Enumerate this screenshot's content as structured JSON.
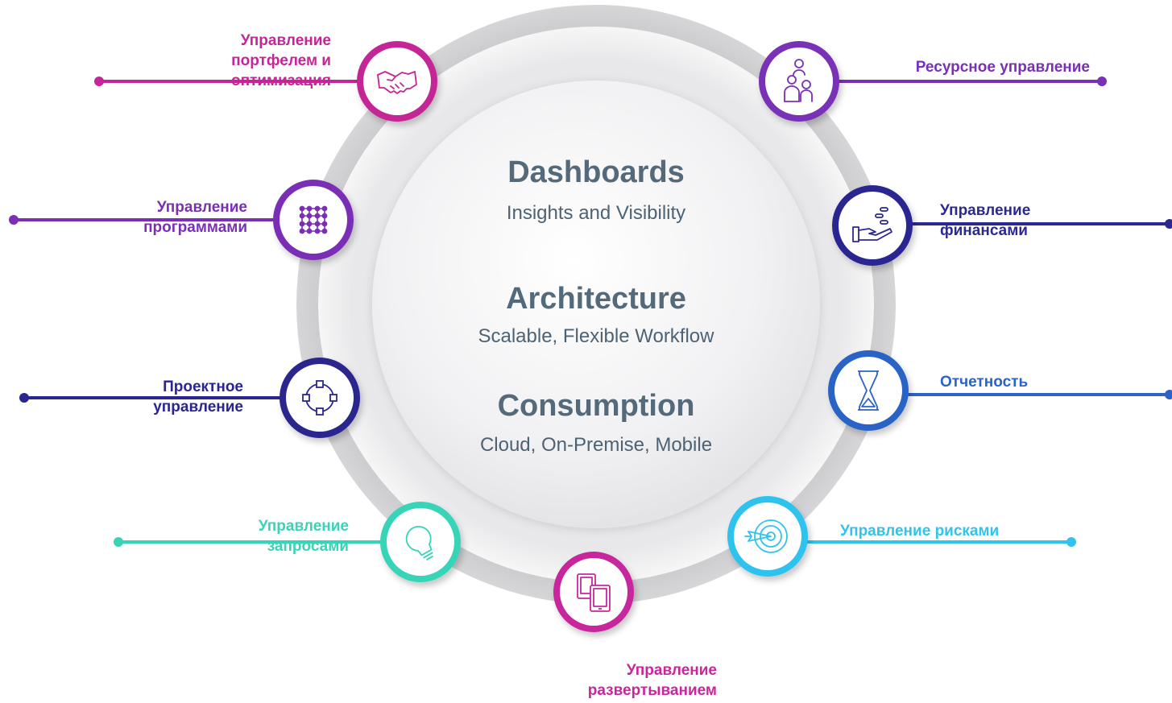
{
  "colors": {
    "magenta": "#c0269a",
    "violet": "#7b2fb5",
    "indigo": "#2a2a9a",
    "navy": "#27228a",
    "blue": "#2a5fc4",
    "sky": "#2ec4f0",
    "teal": "#35d3b6",
    "center_text": "#546a7b",
    "ring": "#c9c9cb"
  },
  "center": {
    "blocks": [
      {
        "title": "Dashboards",
        "subtitle": "Insights and Visibility"
      },
      {
        "title": "Architecture",
        "subtitle": "Scalable, Flexible Workflow"
      },
      {
        "title": "Consumption",
        "subtitle": "Cloud, On-Premise, Mobile"
      }
    ]
  },
  "nodes": [
    {
      "id": "portfolio",
      "label_lines": [
        "Управление",
        "портфелем и",
        "оптимизация"
      ],
      "icon": "handshake-icon",
      "color": "#c52596"
    },
    {
      "id": "resource",
      "label_lines": [
        "Ресурсное управление"
      ],
      "icon": "people-icon",
      "color": "#7930b6"
    },
    {
      "id": "programs",
      "label_lines": [
        "Управление",
        "программами"
      ],
      "icon": "grid-nodes-icon",
      "color": "#7a2fb5"
    },
    {
      "id": "finance",
      "label_lines": [
        "Управление",
        "финансами"
      ],
      "icon": "hand-coins-icon",
      "color": "#2c2891"
    },
    {
      "id": "project",
      "label_lines": [
        "Проектное",
        "управление"
      ],
      "icon": "project-cycle-icon",
      "color": "#2a268e"
    },
    {
      "id": "reporting",
      "label_lines": [
        "Отчетность"
      ],
      "icon": "hourglass-icon",
      "color": "#2b63c6"
    },
    {
      "id": "requests",
      "label_lines": [
        "Управление",
        "запросами"
      ],
      "icon": "lightbulb-icon",
      "color": "#38d4b8"
    },
    {
      "id": "risks",
      "label_lines": [
        "Управление рисками"
      ],
      "icon": "target-icon",
      "color": "#2fc3ee"
    },
    {
      "id": "deployment",
      "label_lines": [
        "Управление",
        "развертыванием"
      ],
      "icon": "devices-icon",
      "color": "#c8279c"
    }
  ]
}
